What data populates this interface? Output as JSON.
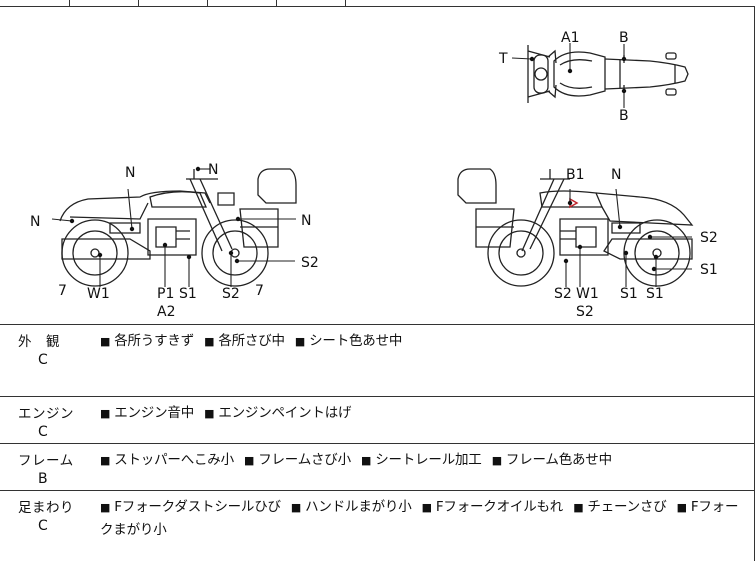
{
  "diagram": {
    "labels": {
      "top_view": [
        "A1",
        "B",
        "B",
        "T"
      ],
      "left_side": [
        "N",
        "N",
        "N",
        "N",
        "7",
        "7",
        "W1",
        "P1",
        "S1",
        "S2",
        "A2",
        "S2"
      ],
      "right_side": [
        "B1",
        "N",
        "S2",
        "S1",
        "S2",
        "W1",
        "S1",
        "S1",
        "S2"
      ]
    }
  },
  "condition": {
    "rows": [
      {
        "category": "外　観",
        "grade": "C",
        "items": [
          "各所うすきず",
          "各所さび中",
          "シート色あせ中"
        ]
      },
      {
        "category": "エンジン",
        "grade": "C",
        "items": [
          "エンジン音中",
          "エンジンペイントはげ"
        ]
      },
      {
        "category": "フレーム",
        "grade": "B",
        "items": [
          "ストッパーへこみ小",
          "フレームさび小",
          "シートレール加工",
          "フレーム色あせ中"
        ]
      },
      {
        "category": "足まわり",
        "grade": "C",
        "items": [
          "Fフォークダストシールひび",
          "ハンドルまがり小",
          "Fフォークオイルもれ",
          "チェーンさび",
          "Fフォークまがり小"
        ]
      }
    ],
    "bullet": "■"
  }
}
